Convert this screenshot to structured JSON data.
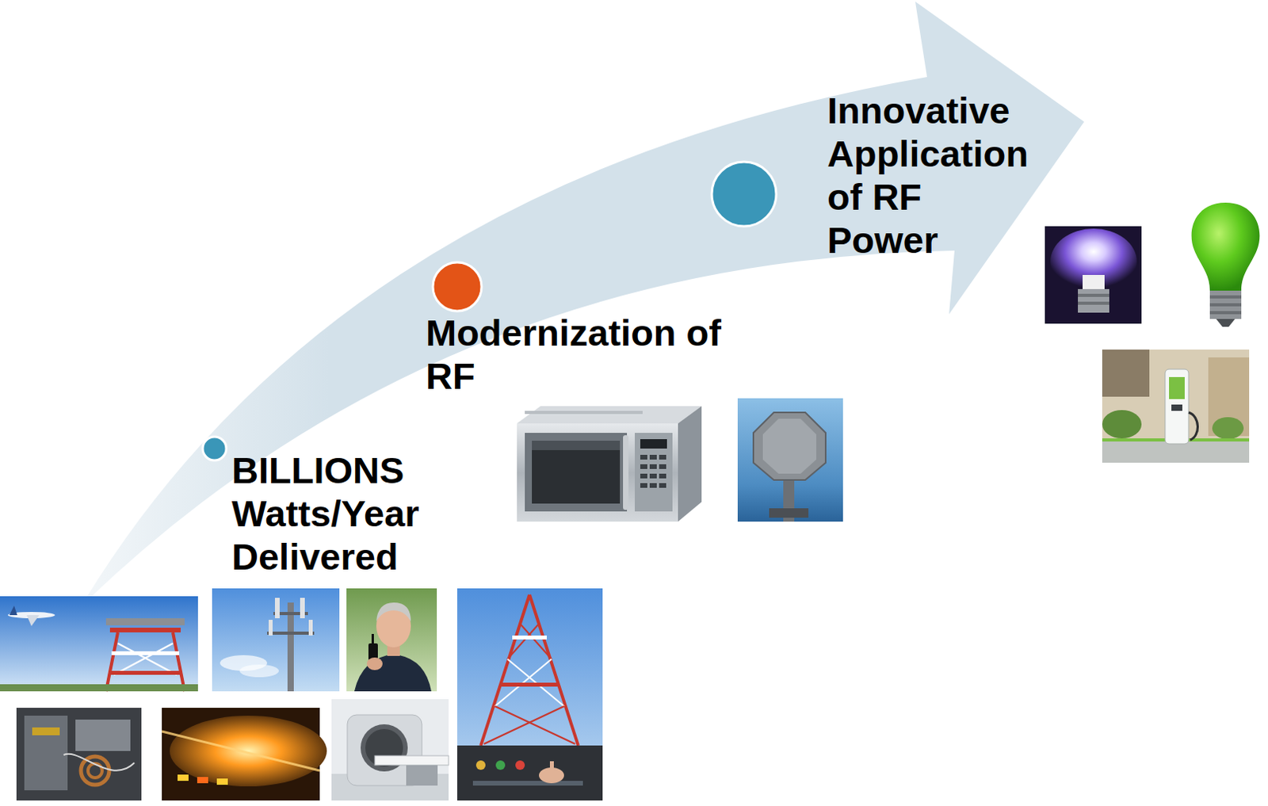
{
  "diagram": {
    "labels": [
      "BILLIONS Watts/Year Delivered",
      "Modernization of RF",
      "Innovative Application of RF Power"
    ]
  }
}
